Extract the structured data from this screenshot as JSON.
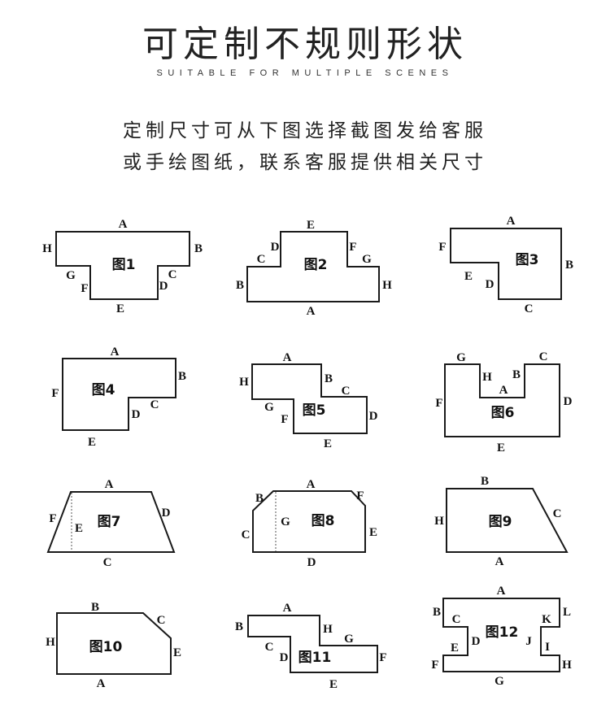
{
  "header": {
    "title": "可定制不规则形状",
    "subtitle": "SUITABLE FOR MULTIPLE SCENES",
    "line1": "定制尺寸可从下图选择截图发给客服",
    "line2": "或手绘图纸，联系客服提供相关尺寸"
  },
  "shapes": [
    {
      "name": "图1",
      "labels": {
        "A": "A",
        "B": "B",
        "C": "C",
        "D": "D",
        "E": "E",
        "F": "F",
        "G": "G",
        "H": "H"
      }
    },
    {
      "name": "图2",
      "labels": {
        "A": "A",
        "B": "B",
        "C": "C",
        "D": "D",
        "E": "E",
        "F": "F",
        "G": "G",
        "H": "H"
      }
    },
    {
      "name": "图3",
      "labels": {
        "A": "A",
        "B": "B",
        "C": "C",
        "D": "D",
        "E": "E",
        "F": "F"
      }
    },
    {
      "name": "图4",
      "labels": {
        "A": "A",
        "B": "B",
        "C": "C",
        "D": "D",
        "E": "E",
        "F": "F"
      }
    },
    {
      "name": "图5",
      "labels": {
        "A": "A",
        "B": "B",
        "C": "C",
        "D": "D",
        "E": "E",
        "F": "F",
        "G": "G",
        "H": "H"
      }
    },
    {
      "name": "图6",
      "labels": {
        "A": "A",
        "B": "B",
        "C": "C",
        "D": "D",
        "E": "E",
        "F": "F",
        "G": "G",
        "H": "H"
      }
    },
    {
      "name": "图7",
      "labels": {
        "A": "A",
        "C": "C",
        "D": "D",
        "E": "E",
        "F": "F"
      }
    },
    {
      "name": "图8",
      "labels": {
        "A": "A",
        "B": "B",
        "C": "C",
        "D": "D",
        "E": "E",
        "F": "F",
        "G": "G"
      }
    },
    {
      "name": "图9",
      "labels": {
        "A": "A",
        "B": "B",
        "C": "C",
        "H": "H"
      }
    },
    {
      "name": "图10",
      "labels": {
        "A": "A",
        "B": "B",
        "C": "C",
        "E": "E",
        "H": "H"
      }
    },
    {
      "name": "图11",
      "labels": {
        "A": "A",
        "B": "B",
        "C": "C",
        "D": "D",
        "E": "E",
        "F": "F",
        "G": "G",
        "H": "H"
      }
    },
    {
      "name": "图12",
      "labels": {
        "A": "A",
        "B": "B",
        "C": "C",
        "D": "D",
        "E": "E",
        "F": "F",
        "G": "G",
        "H": "H",
        "I": "I",
        "J": "J",
        "K": "K",
        "L": "L"
      }
    }
  ]
}
